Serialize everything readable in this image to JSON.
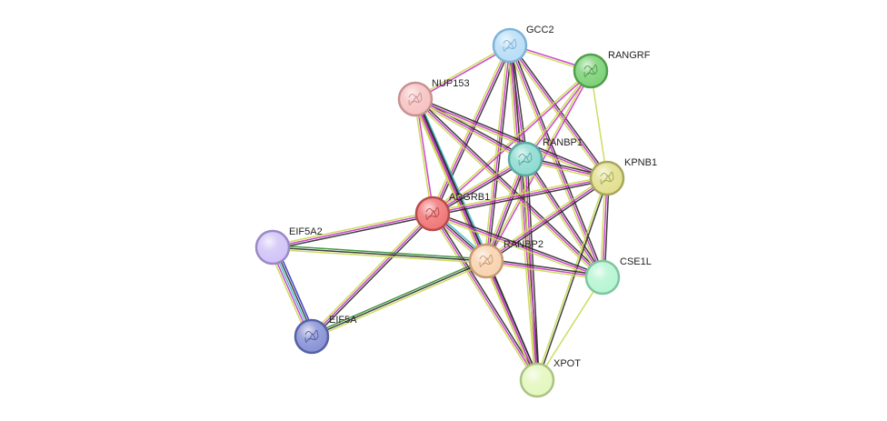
{
  "network": {
    "edge_colors": {
      "neighborhood": "#1f1f1f",
      "coexpression": "#2a2a2a",
      "experiments": "#c733c7",
      "textmining": "#c8d84c",
      "database": "#39b8c9",
      "fusion": "#2d8f2d",
      "cooccurrence": "#2c2cc8"
    },
    "nodes": [
      {
        "id": "GCC2",
        "label": "GCC2",
        "fill": "#b9def7",
        "stroke": "#7fb3d6",
        "icon": "protein-structure-icon"
      },
      {
        "id": "RANGRF",
        "label": "RANGRF",
        "fill": "#7fd27a",
        "stroke": "#4f9e4a",
        "icon": "protein-structure-icon"
      },
      {
        "id": "NUP153",
        "label": "NUP153",
        "fill": "#f6c3c3",
        "stroke": "#c99090",
        "icon": "protein-structure-icon"
      },
      {
        "id": "RANBP1",
        "label": "RANBP1",
        "fill": "#8fdcd2",
        "stroke": "#5aa8a0",
        "icon": "protein-structure-icon"
      },
      {
        "id": "KPNB1",
        "label": "KPNB1",
        "fill": "#e2e090",
        "stroke": "#a8a65a",
        "icon": "protein-structure-icon"
      },
      {
        "id": "ADGRB1",
        "label": "ADGRB1",
        "fill": "#f07878",
        "stroke": "#b84a4a",
        "icon": "protein-structure-icon"
      },
      {
        "id": "EIF5A2",
        "label": "EIF5A2",
        "fill": "#d2c4f7",
        "stroke": "#9a88c6",
        "icon": "none"
      },
      {
        "id": "RANBP2",
        "label": "RANBP2",
        "fill": "#f8d3b0",
        "stroke": "#c79a72",
        "icon": "protein-structure-icon"
      },
      {
        "id": "CSE1L",
        "label": "CSE1L",
        "fill": "#b7f5d3",
        "stroke": "#7cc69e",
        "icon": "none"
      },
      {
        "id": "EIF5A",
        "label": "EIF5A",
        "fill": "#8a94d6",
        "stroke": "#5660a2",
        "icon": "protein-structure-icon"
      },
      {
        "id": "XPOT",
        "label": "XPOT",
        "fill": "#e4f7bf",
        "stroke": "#a9c482",
        "icon": "none"
      }
    ],
    "edges": [
      {
        "source": "GCC2",
        "target": "RANGRF",
        "types": [
          "experiments",
          "textmining"
        ]
      },
      {
        "source": "GCC2",
        "target": "NUP153",
        "types": [
          "experiments",
          "textmining"
        ]
      },
      {
        "source": "GCC2",
        "target": "RANBP1",
        "types": [
          "coexpression",
          "experiments",
          "textmining"
        ]
      },
      {
        "source": "GCC2",
        "target": "KPNB1",
        "types": [
          "coexpression",
          "experiments",
          "textmining"
        ]
      },
      {
        "source": "GCC2",
        "target": "ADGRB1",
        "types": [
          "coexpression",
          "experiments",
          "textmining"
        ]
      },
      {
        "source": "GCC2",
        "target": "RANBP2",
        "types": [
          "coexpression",
          "experiments",
          "textmining"
        ]
      },
      {
        "source": "GCC2",
        "target": "CSE1L",
        "types": [
          "coexpression",
          "experiments",
          "textmining"
        ]
      },
      {
        "source": "GCC2",
        "target": "XPOT",
        "types": [
          "coexpression",
          "experiments",
          "textmining"
        ]
      },
      {
        "source": "RANGRF",
        "target": "ADGRB1",
        "types": [
          "experiments",
          "textmining"
        ]
      },
      {
        "source": "RANGRF",
        "target": "RANBP2",
        "types": [
          "experiments",
          "textmining"
        ]
      },
      {
        "source": "RANGRF",
        "target": "RANBP1",
        "types": [
          "experiments",
          "textmining"
        ]
      },
      {
        "source": "RANGRF",
        "target": "KPNB1",
        "types": [
          "textmining"
        ]
      },
      {
        "source": "NUP153",
        "target": "RANBP1",
        "types": [
          "coexpression",
          "experiments",
          "textmining"
        ]
      },
      {
        "source": "NUP153",
        "target": "KPNB1",
        "types": [
          "coexpression",
          "experiments",
          "textmining"
        ]
      },
      {
        "source": "NUP153",
        "target": "ADGRB1",
        "types": [
          "experiments",
          "textmining"
        ]
      },
      {
        "source": "NUP153",
        "target": "RANBP2",
        "types": [
          "database",
          "coexpression",
          "experiments",
          "textmining"
        ]
      },
      {
        "source": "NUP153",
        "target": "CSE1L",
        "types": [
          "coexpression",
          "experiments",
          "textmining"
        ]
      },
      {
        "source": "NUP153",
        "target": "XPOT",
        "types": [
          "coexpression",
          "experiments",
          "textmining"
        ]
      },
      {
        "source": "RANBP1",
        "target": "KPNB1",
        "types": [
          "coexpression",
          "experiments",
          "textmining"
        ]
      },
      {
        "source": "RANBP1",
        "target": "ADGRB1",
        "types": [
          "coexpression",
          "experiments",
          "textmining"
        ]
      },
      {
        "source": "RANBP1",
        "target": "RANBP2",
        "types": [
          "coexpression",
          "experiments",
          "textmining"
        ]
      },
      {
        "source": "RANBP1",
        "target": "CSE1L",
        "types": [
          "coexpression",
          "experiments",
          "textmining"
        ]
      },
      {
        "source": "RANBP1",
        "target": "XPOT",
        "types": [
          "coexpression",
          "experiments",
          "textmining"
        ]
      },
      {
        "source": "KPNB1",
        "target": "ADGRB1",
        "types": [
          "coexpression",
          "experiments",
          "textmining"
        ]
      },
      {
        "source": "KPNB1",
        "target": "RANBP2",
        "types": [
          "coexpression",
          "experiments",
          "textmining"
        ]
      },
      {
        "source": "KPNB1",
        "target": "CSE1L",
        "types": [
          "coexpression",
          "experiments",
          "textmining"
        ]
      },
      {
        "source": "KPNB1",
        "target": "XPOT",
        "types": [
          "coexpression",
          "textmining"
        ]
      },
      {
        "source": "ADGRB1",
        "target": "EIF5A2",
        "types": [
          "coexpression",
          "experiments",
          "textmining"
        ]
      },
      {
        "source": "ADGRB1",
        "target": "EIF5A",
        "types": [
          "coexpression",
          "experiments",
          "textmining"
        ]
      },
      {
        "source": "ADGRB1",
        "target": "RANBP2",
        "types": [
          "database",
          "coexpression",
          "experiments",
          "textmining"
        ]
      },
      {
        "source": "ADGRB1",
        "target": "CSE1L",
        "types": [
          "coexpression",
          "experiments",
          "textmining"
        ]
      },
      {
        "source": "ADGRB1",
        "target": "XPOT",
        "types": [
          "coexpression",
          "experiments",
          "textmining"
        ]
      },
      {
        "source": "EIF5A2",
        "target": "EIF5A",
        "types": [
          "cooccurrence",
          "coexpression",
          "database",
          "experiments",
          "textmining"
        ]
      },
      {
        "source": "EIF5A2",
        "target": "RANBP2",
        "types": [
          "fusion",
          "coexpression",
          "textmining"
        ]
      },
      {
        "source": "EIF5A",
        "target": "RANBP2",
        "types": [
          "fusion",
          "coexpression",
          "textmining"
        ]
      },
      {
        "source": "RANBP2",
        "target": "CSE1L",
        "types": [
          "coexpression",
          "experiments",
          "textmining"
        ]
      },
      {
        "source": "RANBP2",
        "target": "XPOT",
        "types": [
          "coexpression",
          "experiments",
          "textmining"
        ]
      },
      {
        "source": "CSE1L",
        "target": "XPOT",
        "types": [
          "textmining"
        ]
      }
    ]
  }
}
